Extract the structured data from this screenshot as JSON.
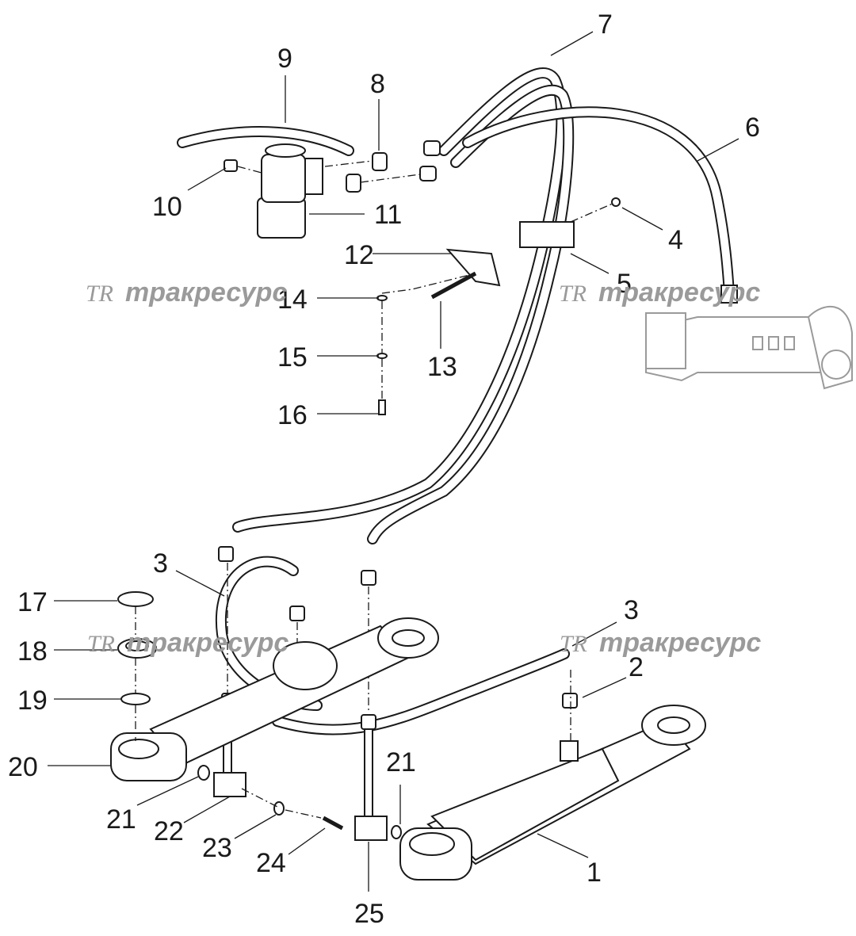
{
  "labels": {
    "1": "1",
    "2": "2",
    "3a": "3",
    "3b": "3",
    "4": "4",
    "5": "5",
    "6": "6",
    "7": "7",
    "8": "8",
    "9": "9",
    "10": "10",
    "11": "11",
    "12": "12",
    "13": "13",
    "14": "14",
    "15": "15",
    "16": "16",
    "17": "17",
    "18": "18",
    "19": "19",
    "20": "20",
    "21a": "21",
    "21b": "21",
    "22": "22",
    "23": "23",
    "24": "24",
    "25": "25"
  },
  "watermark": {
    "logo": "TR",
    "text": "тракресурс"
  },
  "colors": {
    "line": "#1a1a1a",
    "watermark": "#9a9a9a",
    "background": "#ffffff"
  }
}
